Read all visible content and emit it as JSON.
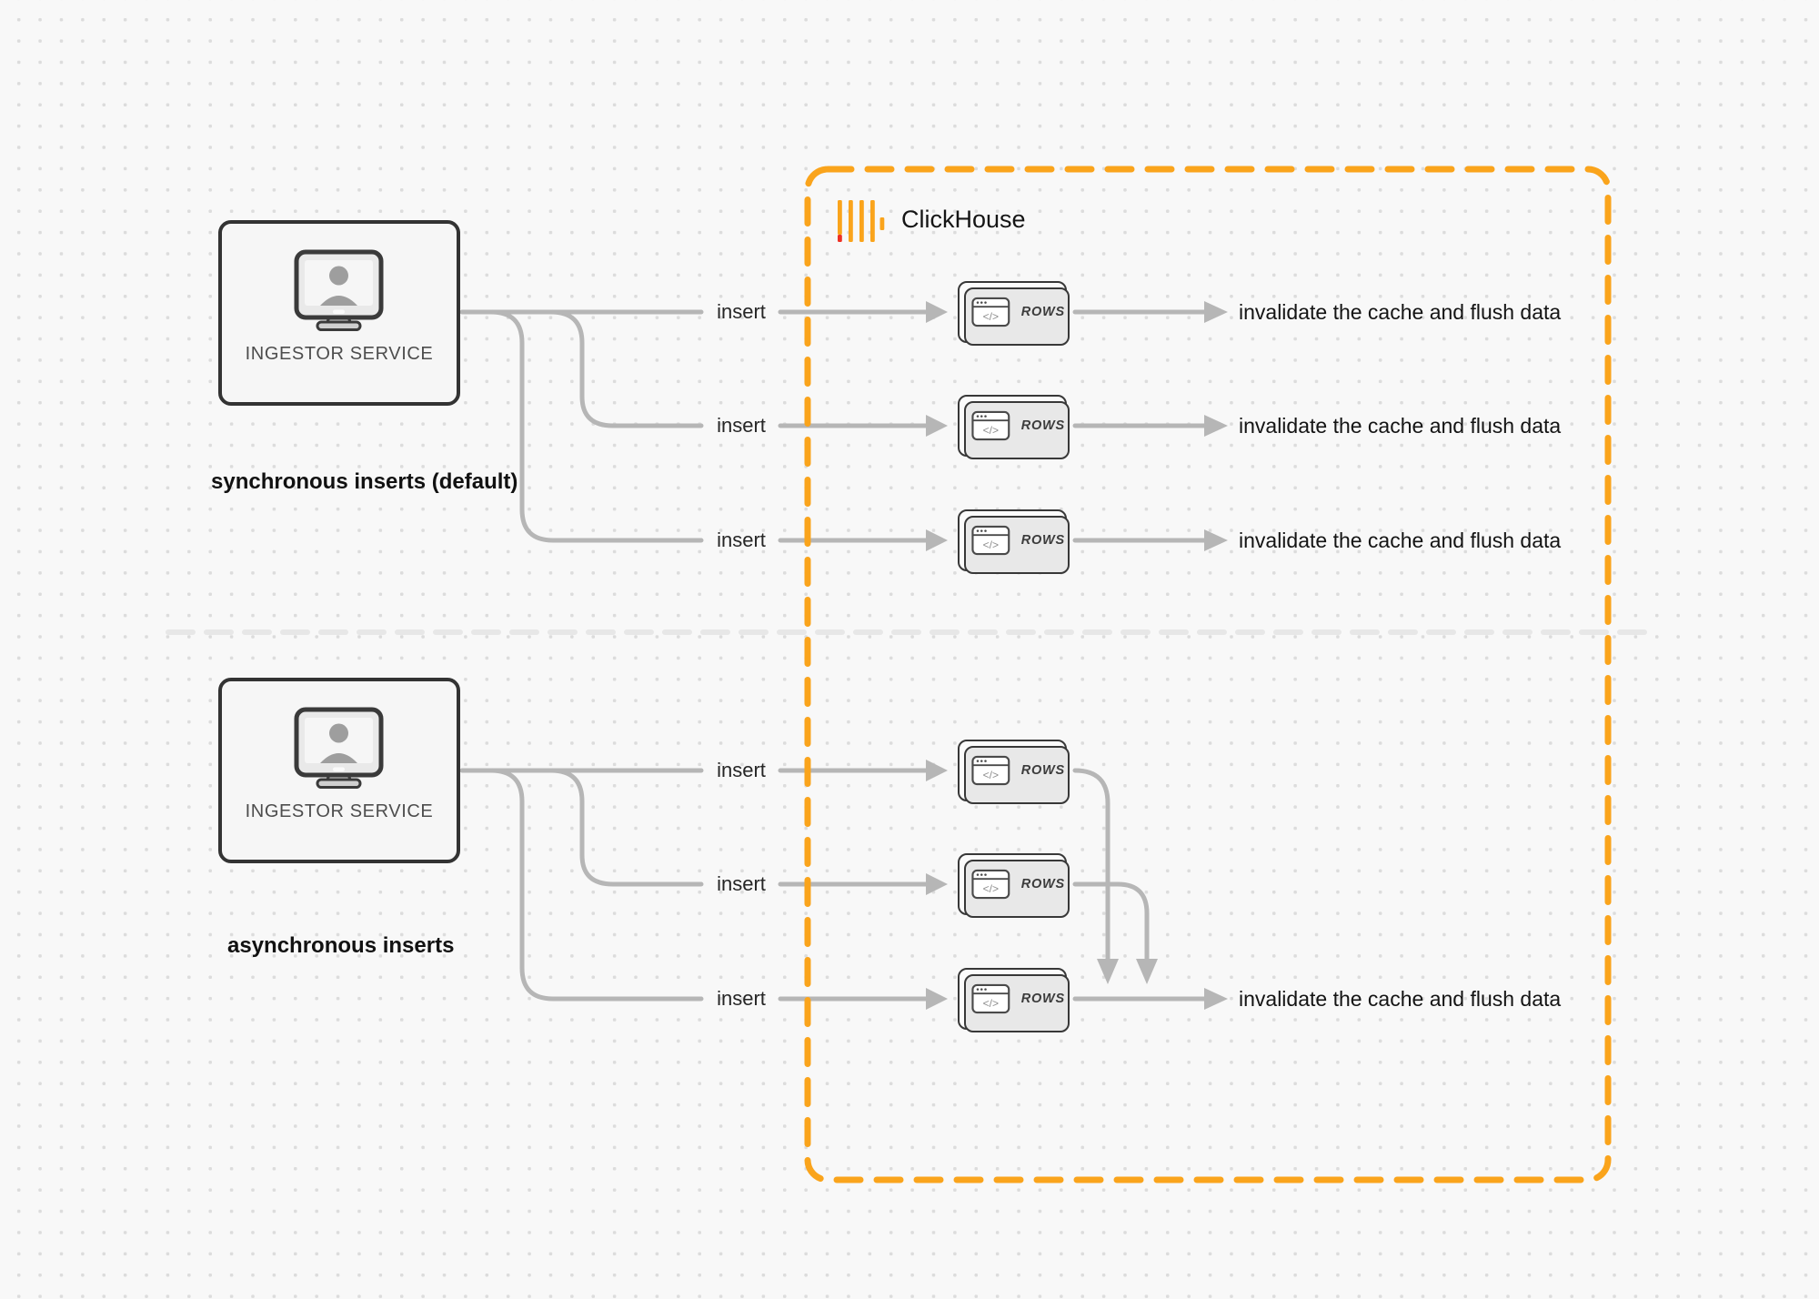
{
  "clickhouse": {
    "wordmark": "ClickHouse"
  },
  "icons": {
    "code_glyph": "</>",
    "clickhouse_logo": "clickhouse-bars-icon",
    "monitor_user": "monitor-user-icon",
    "browser_code": "browser-code-window-icon"
  },
  "sections": {
    "sync": {
      "caption": "synchronous inserts (default)",
      "service_label": "INGESTOR SERVICE",
      "rows": [
        {
          "insert_label": "insert",
          "card_label": "ROWS",
          "outcome_label": "invalidate the cache and flush data"
        },
        {
          "insert_label": "insert",
          "card_label": "ROWS",
          "outcome_label": "invalidate the cache and flush data"
        },
        {
          "insert_label": "insert",
          "card_label": "ROWS",
          "outcome_label": "invalidate the cache and flush data"
        }
      ]
    },
    "async": {
      "caption": "asynchronous inserts",
      "service_label": "INGESTOR SERVICE",
      "rows": [
        {
          "insert_label": "insert",
          "card_label": "ROWS"
        },
        {
          "insert_label": "insert",
          "card_label": "ROWS"
        },
        {
          "insert_label": "insert",
          "card_label": "ROWS",
          "outcome_label": "invalidate the cache and flush data"
        }
      ]
    }
  },
  "colors": {
    "background": "#f8f8f8",
    "accent_orange": "#faa41c",
    "logo_red": "#ee3024",
    "connector_gray": "#b6b6b6",
    "divider_gray": "#e7e7e7",
    "box_border": "#333333"
  }
}
